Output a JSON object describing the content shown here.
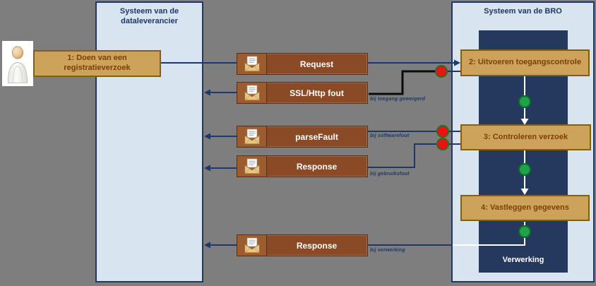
{
  "lanes": {
    "supplier": {
      "title": "Systeem van de dataleverancier"
    },
    "bro": {
      "title": "Systeem van de BRO",
      "processing_label": "Verwerking"
    }
  },
  "actor": {
    "icon": "person-icon"
  },
  "steps": [
    {
      "label": "1: Doen van een registratieverzoek"
    },
    {
      "label": "2: Uitvoeren toegangscontrole"
    },
    {
      "label": "3:  Controleren verzoek"
    },
    {
      "label": "4: Vastleggen gegevens"
    }
  ],
  "messages": [
    {
      "label": "Request",
      "note": "",
      "icon": "envelope-icon"
    },
    {
      "label": "SSL/Http fout",
      "note": "bij toegang geweigerd",
      "icon": "envelope-icon"
    },
    {
      "label": "parseFault",
      "note": "bij softwarefout",
      "icon": "envelope-icon"
    },
    {
      "label": "Response",
      "note": "bij gebruiksfout",
      "icon": "envelope-icon"
    },
    {
      "label": "Response",
      "note": "bij verwerking",
      "icon": "envelope-icon"
    }
  ],
  "markers": {
    "failure_dot": "red-dot",
    "success_dot": "green-dot"
  },
  "colors": {
    "background": "#7e7e7e",
    "panel_fill": "#d9e4f1",
    "panel_border": "#1f3864",
    "processing_rect": "#25395e",
    "process_box_fill": "#cda35c",
    "process_box_border": "#7f5f1b",
    "process_box_text": "#7b3f04",
    "message_box_fill": "#8a4a26",
    "connector_navy": "#1f3864",
    "connector_black": "#0a0a0a",
    "connector_white": "#ffffff",
    "dot_red": "#e81313",
    "dot_red_border": "#2f6b1e",
    "dot_green": "#1fa344",
    "dot_green_border": "#0f6b2d"
  }
}
